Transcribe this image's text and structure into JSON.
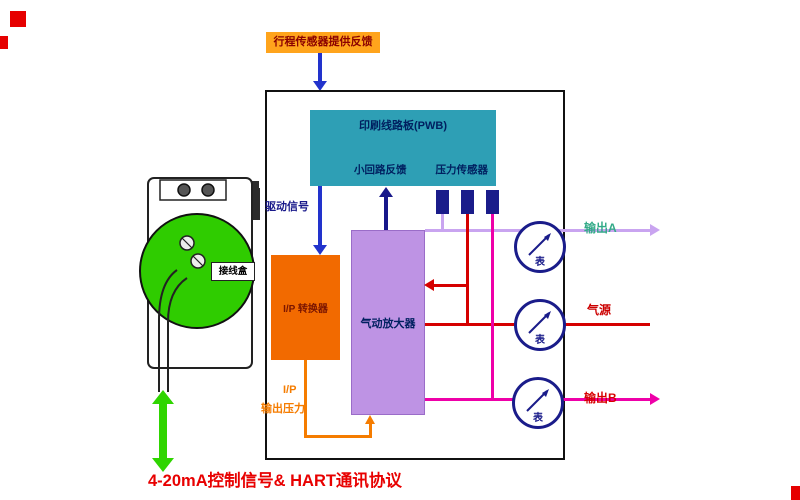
{
  "top_label": "行程传感器提供反馈",
  "pwb": {
    "title": "印刷线路板(PWB)",
    "loop_feedback": "小回路反馈",
    "pressure_sensor": "压力传感器"
  },
  "labels": {
    "drive_signal": "驱动信号",
    "ip_converter": "I/P 转换器",
    "amplifier": "气动放大器",
    "ip_output_line1": "I/P",
    "ip_output_line2": "输出压力",
    "junction_box": "接线盒",
    "output_a": "输出A",
    "air_supply": "气源",
    "output_b": "输出B",
    "bottom": "4-20mA控制信号& HART通讯协议"
  },
  "gauges": [
    {
      "label": "表"
    },
    {
      "label": "表"
    },
    {
      "label": "表"
    }
  ],
  "colors": {
    "top_label_bg": "#FFA41C",
    "top_label_text": "#8B0000",
    "pwb_box": "#2E9FB5",
    "pwb_text": "#002060",
    "sensor_block": "#1A1C8A",
    "ip_converter_box": "#F26A00",
    "amplifier_box": "#BE93E4",
    "drive_arrow": "#2233CC",
    "feedback_arrow": "#18188A",
    "output_a_line": "#C9A4F0",
    "air_supply_line": "#D50000",
    "output_b_line": "#EE00A8",
    "ip_output_line": "#F57C00",
    "control_signal_arrow": "#2FD500",
    "actuator_fill": "#2FCC00",
    "output_a_text": "#33AA88",
    "air_supply_text": "#CC0000",
    "output_b_text": "#D70000",
    "bottom_text": "#E80000"
  }
}
